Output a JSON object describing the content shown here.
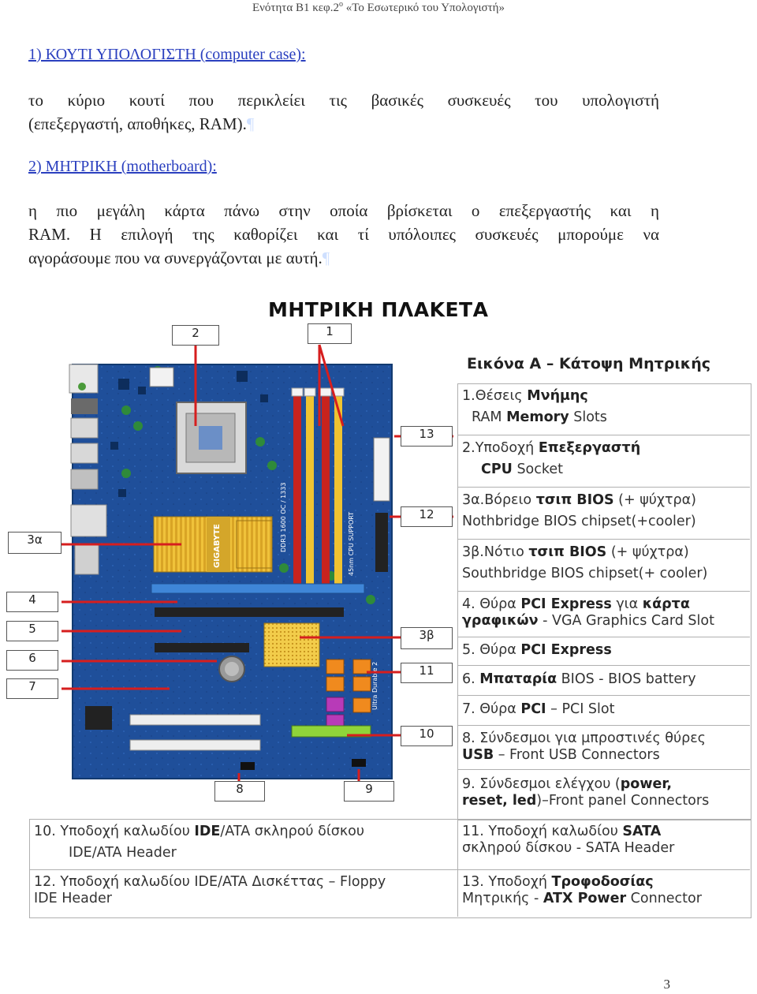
{
  "header": {
    "text_prefix": "Ενότητα Β1 κεφ.2",
    "text_sup": "ο",
    "text_suffix": " «Το Εσωτερικό του Υπολογιστή»"
  },
  "section1": {
    "title": "1) ΚΟΥΤΙ ΥΠΟΛΟΓΙΣΤΗ (computer case):",
    "line1": "το κύριο κουτί που περικλείει τις βασικές συσκευές του υπολογιστή",
    "line2": "(επεξεργαστή, αποθήκες, RAM)."
  },
  "section2": {
    "title": "2) ΜΗΤΡΙΚΗ (motherboard):",
    "line1": "η πιο μεγάλη κάρτα πάνω στην οποία βρίσκεται ο επεξεργαστής και η",
    "line2": "RAM. Η επιλογή της καθορίζει και τί υπόλοιπες συσκευές μπορούμε να",
    "line3": "αγοράσουμε που να συνεργάζονται με αυτή."
  },
  "figure": {
    "title": "ΜΗΤΡΙΚΗ ΠΛΑΚΕΤΑ",
    "caption": "Εικόνα Α – Κάτοψη Μητρικής",
    "board_labels": {
      "chip_brand": "GIGABYTE",
      "board_model": "Ultra Durable 2",
      "ram_label": "DDR3 1600 OC / 1333",
      "cpu_support": "45nm CPU SUPPORT"
    },
    "callouts": [
      "1",
      "2",
      "3α",
      "3β",
      "4",
      "5",
      "6",
      "7",
      "8",
      "9",
      "10",
      "11",
      "12",
      "13"
    ],
    "legend_right": [
      {
        "l1_pre": "1.Θέσεις ",
        "l1_b": "Μνήμης",
        "l1_post": "",
        "l2_pre": "RAM ",
        "l2_b": "Memory",
        "l2_post": " Slots"
      },
      {
        "l1_pre": "2.Υποδοχή ",
        "l1_b": "Επεξεργαστή",
        "l1_post": "",
        "l2_pre": "",
        "l2_b": "CPU",
        "l2_post": " Socket"
      },
      {
        "l1_pre": "3α.Βόρειο ",
        "l1_b": "τσιπ BIOS",
        "l1_post": " (+ ψύχτρα)",
        "l2_pre": "Nothbridge BIOS chipset(+cooler)",
        "l2_b": "",
        "l2_post": ""
      },
      {
        "l1_pre": "3β.Νότιο ",
        "l1_b": "τσιπ BIOS",
        "l1_post": " (+ ψύχτρα)",
        "l2_pre": "Southbridge BIOS chipset(+ cooler)",
        "l2_b": "",
        "l2_post": ""
      },
      {
        "l1_pre": "4. Θύρα ",
        "l1_b": "PCI Express",
        "l1_post": " για ",
        "l1_b2": "κάρτα",
        "l2_pre": "",
        "l2_b": "γραφικών",
        "l2_post": " - VGA Graphics Card Slot"
      },
      {
        "l1_pre": "5. Θύρα ",
        "l1_b": "PCI Express",
        "l1_post": ""
      },
      {
        "l1_pre": "6. ",
        "l1_b": "Μπαταρία",
        "l1_post": " BIOS - BIOS battery"
      },
      {
        "l1_pre": "7. Θύρα ",
        "l1_b": "PCI",
        "l1_post": " – PCI Slot"
      },
      {
        "l1_pre": "8. Σύνδεσμοι για μπροστινές θύρες",
        "l1_b": "",
        "l1_post": "",
        "l2_pre": "",
        "l2_b": "USB",
        "l2_post": " – Front USB Connectors"
      },
      {
        "l1_pre": "9. Σύνδεσμοι ελέγχου (",
        "l1_b": "power,",
        "l1_post": "",
        "l2_pre": "",
        "l2_b": "reset, led",
        "l2_post": ")–Front panel Connectors"
      }
    ],
    "legend_bottom": [
      {
        "l1_pre": "10. Υποδοχή καλωδίου ",
        "l1_b": "IDE",
        "l1_post": "/ATA σκληρού δίσκου",
        "l2": "IDE/ATA Header"
      },
      {
        "l1_pre": "11. Υποδοχή καλωδίου ",
        "l1_b": "SATA",
        "l1_post": "",
        "l2": "σκληρού δίσκου - SATA Header"
      },
      {
        "l1_pre": "12. Υποδοχή καλωδίου IDE/ATA Δισκέττας – Floppy",
        "l1_b": "",
        "l1_post": "",
        "l2": "IDE Header"
      },
      {
        "l1_pre": "13. Υποδοχή ",
        "l1_b": "Τροφοδοσίας",
        "l1_post": "",
        "l2_pre": "Μητρικής - ",
        "l2_b": "ATX Power",
        "l2_post": " Connector"
      }
    ]
  },
  "page_number": "3",
  "colors": {
    "link_blue": "#2a3fbf",
    "board_blue": "#1f4f9a",
    "heatsink_yellow": "#f0c23a",
    "ram_red": "#c8231e",
    "ram_yellow": "#efc331",
    "callout_red": "#d61e1e"
  }
}
